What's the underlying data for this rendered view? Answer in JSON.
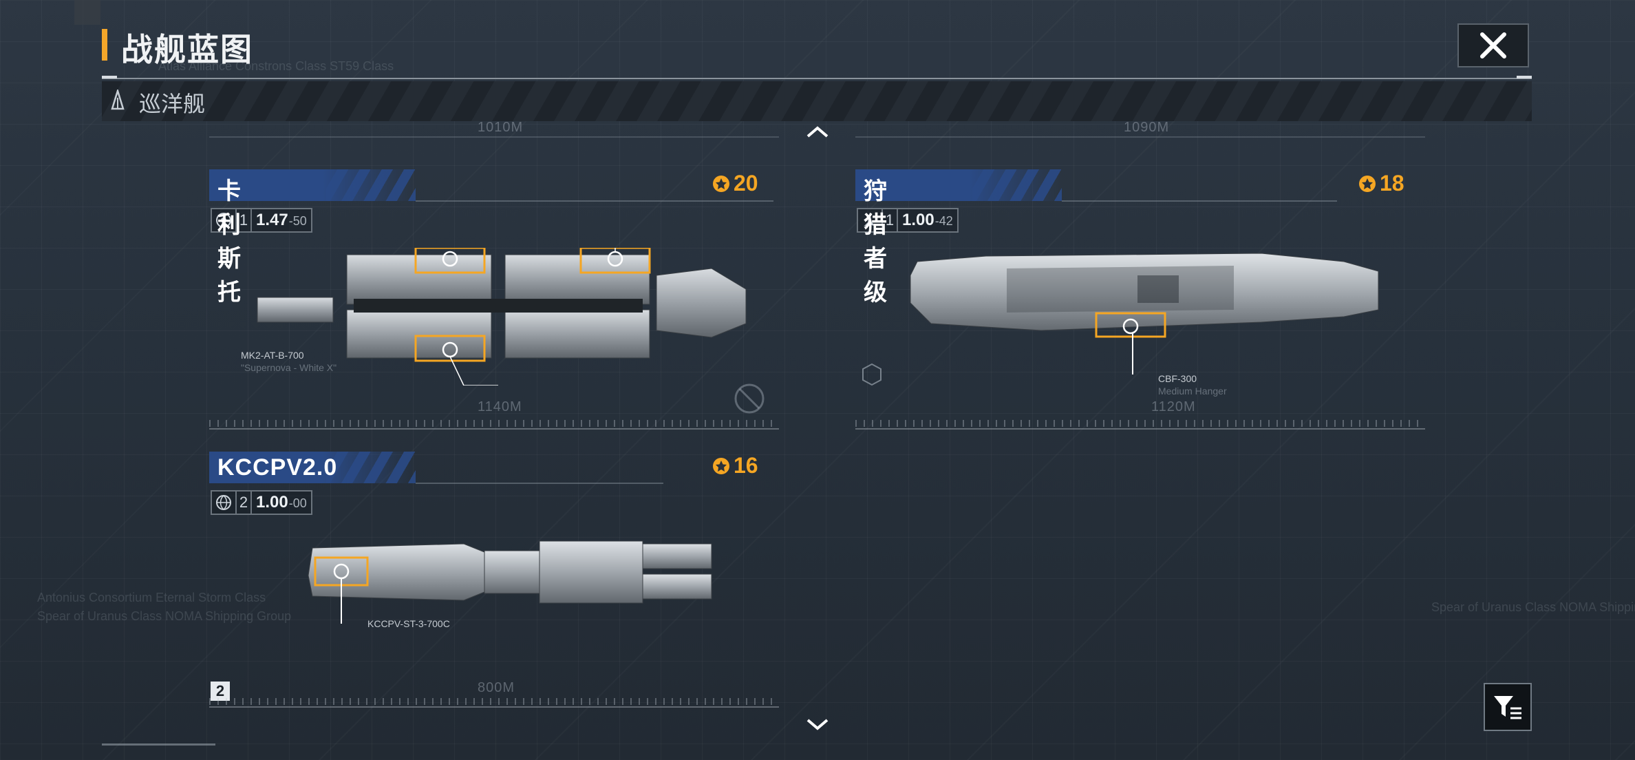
{
  "header": {
    "title": "战舰蓝图",
    "category": "巡洋舰"
  },
  "colors": {
    "accent": "#f4a62a",
    "score": "#f5a623",
    "name_plate": "#2a4a86"
  },
  "background_text": {
    "t1": "Antonius Consortium Eternal Storm Class",
    "t2": "Spear of Uranus Class NOMA Shipping Group",
    "t3": "Spear of Uranus Class NOMA Shipping",
    "t4": "Atlas Alliance Constrons Class ST59 Class"
  },
  "ships": [
    {
      "name": "卡利斯托",
      "score": "20",
      "level": "1",
      "value_main": "1.47",
      "value_sub": "-50",
      "icon": "gear-globe-icon",
      "distance": "1140M",
      "top_distance": "1010M",
      "weapon_label": "MK2-AT-B-700",
      "weapon_sub": "\"Supernova - White X\""
    },
    {
      "name": "狩猎者级",
      "score": "18",
      "level": "1",
      "value_main": "1.00",
      "value_sub": "-42",
      "icon": "fighter-icon",
      "distance": "1120M",
      "top_distance": "1090M",
      "weapon_label": "CBF-300",
      "weapon_sub": "Medium Hanger"
    },
    {
      "name": "KCCPV2.0",
      "score": "16",
      "level": "2",
      "value_main": "1.00",
      "value_sub": "-00",
      "icon": "globe-icon",
      "distance": "800M",
      "weapon_label": "KCCPV-ST-3-700C",
      "badge": "2"
    }
  ]
}
